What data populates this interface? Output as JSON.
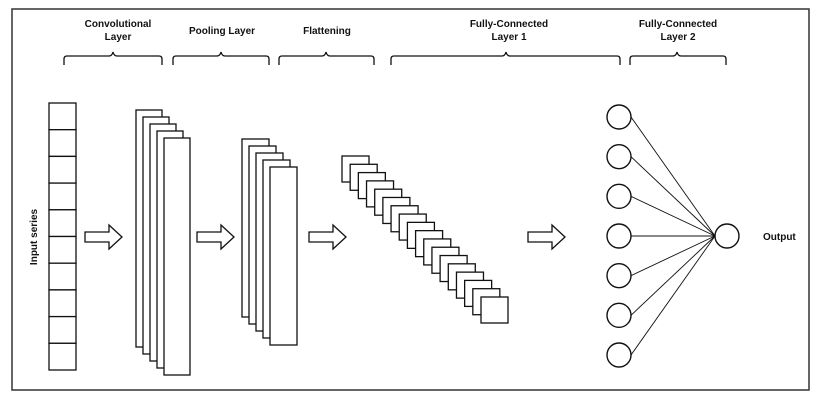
{
  "labels": {
    "conv_line1": "Convolutional",
    "conv_line2": "Layer",
    "pooling": "Pooling Layer",
    "flattening": "Flattening",
    "fc1_line1": "Fully-Connected",
    "fc1_line2": "Layer 1",
    "fc2_line1": "Fully-Connected",
    "fc2_line2": "Layer 2",
    "input": "Input series",
    "output": "Output"
  },
  "structure": {
    "input_cells": 10,
    "conv_feature_maps": 5,
    "pool_feature_maps": 5,
    "flatten_units": 18,
    "fc2_neurons": 7,
    "output_neurons": 1
  },
  "colors": {
    "stroke": "#111111",
    "fill": "#ffffff",
    "frame": "#333333",
    "arrow_fill": "#ffffff"
  }
}
